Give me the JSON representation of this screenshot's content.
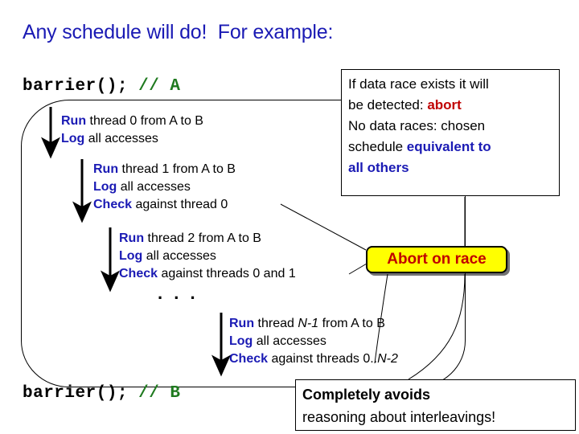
{
  "slide": {
    "title": "Any schedule will do!  For example:",
    "title_color": "#1a1ab4",
    "background": "#ffffff"
  },
  "code": {
    "barrier_a_call": "barrier(); ",
    "barrier_a_comment": "// A",
    "barrier_b_call": "barrier(); ",
    "barrier_b_comment": "// B",
    "comment_color": "#1f7a1f"
  },
  "steps": [
    {
      "name": "thread-0",
      "lines": [
        {
          "keyword": "Run",
          "text": " thread 0 from A to B"
        },
        {
          "keyword": "Log",
          "text": " all accesses"
        }
      ]
    },
    {
      "name": "thread-1",
      "lines": [
        {
          "keyword": "Run",
          "text": " thread 1 from A to B"
        },
        {
          "keyword": "Log",
          "text": " all accesses"
        },
        {
          "keyword": "Check",
          "text": " against thread 0"
        }
      ]
    },
    {
      "name": "thread-2",
      "lines": [
        {
          "keyword": "Run",
          "text": " thread 2 from A to B"
        },
        {
          "keyword": "Log",
          "text": " all accesses"
        },
        {
          "keyword": "Check",
          "text": " against threads 0 and 1"
        }
      ]
    },
    {
      "name": "thread-n-1",
      "lines": [
        {
          "keyword": "Run",
          "text": " thread N-1 from A to B",
          "italic_token": "N-1"
        },
        {
          "keyword": "Log",
          "text": " all accesses"
        },
        {
          "keyword": "Check",
          "text": " against threads 0..N-2",
          "italic_token": "N-2"
        }
      ]
    }
  ],
  "ellipsis": ". . .",
  "keyword_color": "#1a1ab4",
  "info_box": {
    "line1": "If data race exists it will",
    "line2_plain": "be detected: ",
    "line2_emphasis": "abort",
    "line3": "No data races: chosen",
    "line4_plain": "schedule ",
    "line4_emphasis": "equivalent to",
    "line5_emphasis": "all others",
    "abort_color": "#c00000",
    "equivalent_color": "#1a1ab4"
  },
  "abort_badge": {
    "label": "Abort on race",
    "fill": "#ffff00",
    "text_color": "#c00000",
    "border_color": "#000000"
  },
  "conclusion_box": {
    "line1_strong": "Completely avoids",
    "line2": "reasoning about interleavings!"
  }
}
